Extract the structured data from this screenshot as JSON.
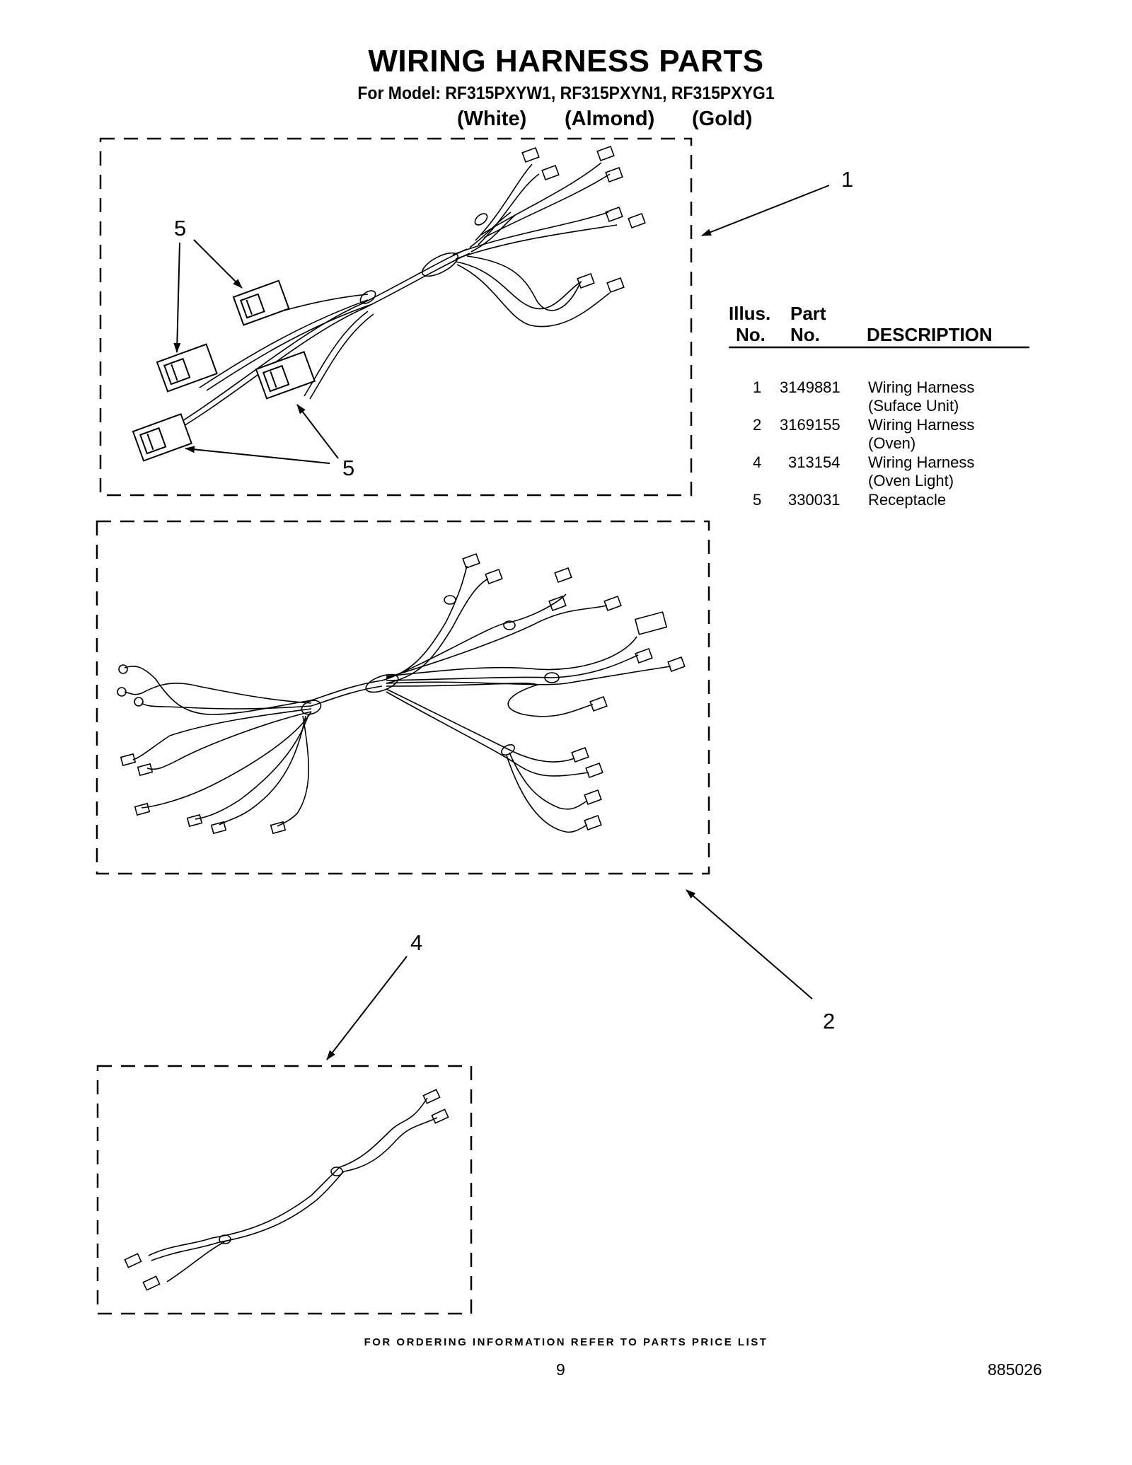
{
  "page": {
    "title": "WIRING HARNESS PARTS",
    "subtitle": "For Model: RF315PXYW1, RF315PXYN1, RF315PXYG1",
    "variants": [
      "(White)",
      "(Almond)",
      "(Gold)"
    ],
    "footer": "FOR ORDERING INFORMATION REFER TO PARTS PRICE LIST",
    "page_number": "9",
    "doc_number": "885026"
  },
  "callouts": {
    "c1": "1",
    "c2": "2",
    "c4": "4",
    "c5_top": "5",
    "c5_bottom": "5"
  },
  "parts_table": {
    "headers": {
      "illus_line1": "Illus.",
      "illus_line2": "No.",
      "part_line1": "Part",
      "part_line2": "No.",
      "description": "DESCRIPTION"
    },
    "rows": [
      {
        "illus": "1",
        "part": "3149881",
        "desc1": "Wiring Harness",
        "desc2": "(Suface Unit)"
      },
      {
        "illus": "2",
        "part": "3169155",
        "desc1": "Wiring Harness",
        "desc2": "(Oven)"
      },
      {
        "illus": "4",
        "part": "313154",
        "desc1": "Wiring Harness",
        "desc2": "(Oven Light)"
      },
      {
        "illus": "5",
        "part": "330031",
        "desc1": "Receptacle",
        "desc2": ""
      }
    ]
  }
}
